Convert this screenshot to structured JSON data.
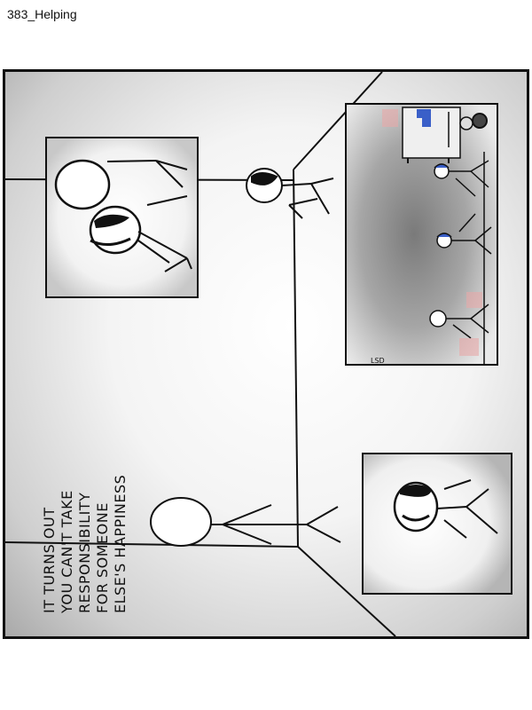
{
  "page": {
    "title": "383_Helping"
  },
  "comic": {
    "caption_lines": [
      "IT TURNS OUT",
      "YOU CAN'T TAKE",
      "RESPONSIBILITY",
      "FOR SOMEONE",
      "ELSE'S HAPPINESS"
    ],
    "signature": "LSD",
    "colors": {
      "ink": "#111111",
      "panel_dark": "#8a8a8a",
      "accent_blue": "#3a5fc8",
      "accent_pink": "#e8a9a9"
    }
  }
}
